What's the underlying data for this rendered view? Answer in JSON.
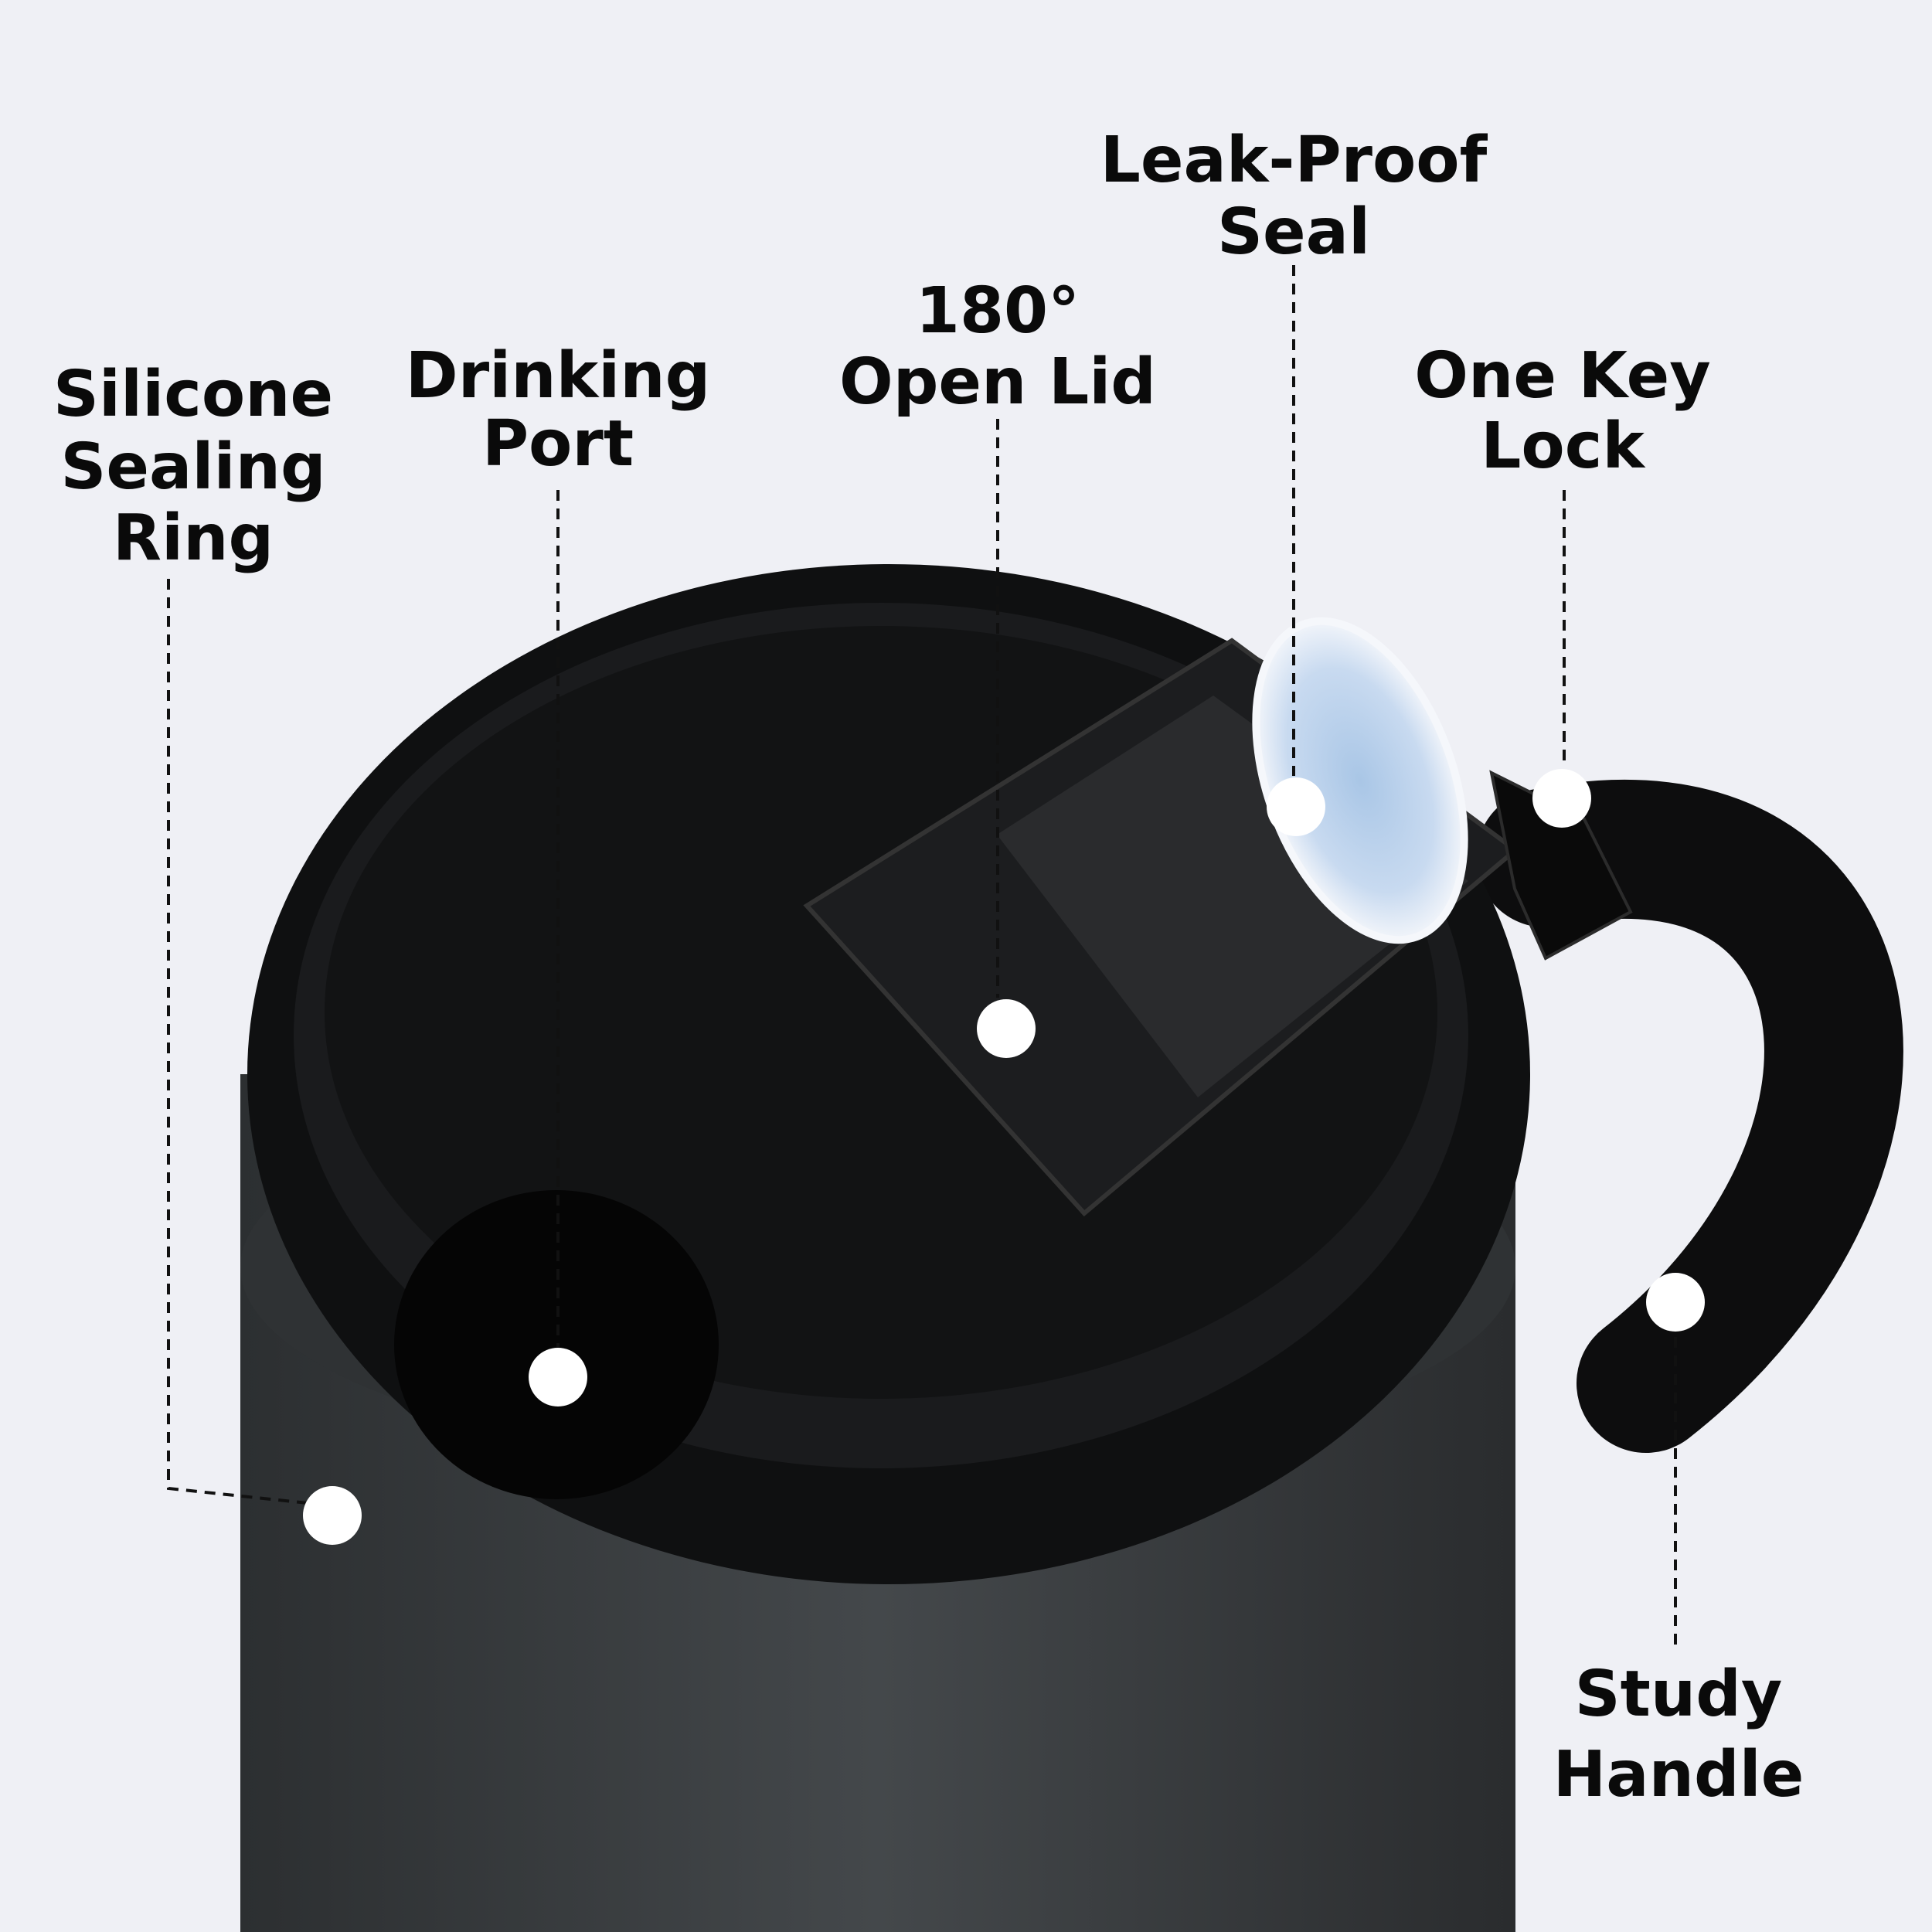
{
  "labels": {
    "sealing_ring": [
      "Silicone",
      "Sealing",
      "Ring"
    ],
    "drinking_port": [
      "Drinking",
      "Port"
    ],
    "open_lid": [
      "180°",
      "Open Lid"
    ],
    "leak_proof": [
      "Leak-Proof",
      "Seal"
    ],
    "lock": [
      "One Key",
      "Lock"
    ],
    "handle": [
      "Study",
      "Handle"
    ]
  },
  "colors": {
    "background": "#eff0f5",
    "mug_body": "#3a3d40",
    "lid": "#111214",
    "marker": "#ffffff"
  }
}
